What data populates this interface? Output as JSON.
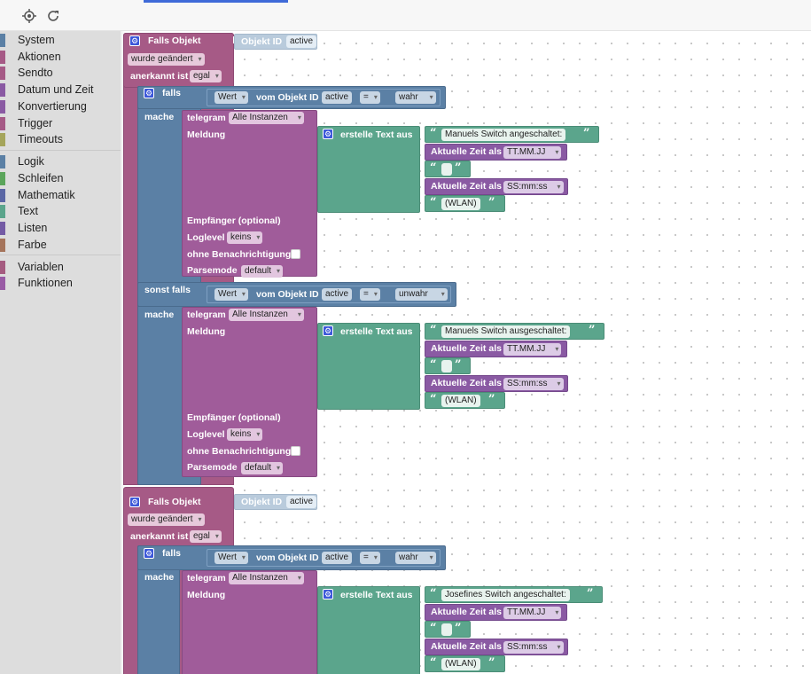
{
  "toolbar": {
    "icons": [
      "locate-icon",
      "refresh-icon"
    ]
  },
  "sidebar": {
    "categories": [
      {
        "label": "System",
        "color": "#5b80a5"
      },
      {
        "label": "Aktionen",
        "color": "#a65a86"
      },
      {
        "label": "Sendto",
        "color": "#a65a86"
      },
      {
        "label": "Datum und Zeit",
        "color": "#8a5aa3"
      },
      {
        "label": "Konvertierung",
        "color": "#8a5aa3"
      },
      {
        "label": "Trigger",
        "color": "#a65a86"
      },
      {
        "label": "Timeouts",
        "color": "#a5a55b"
      },
      {
        "label": "Logik",
        "color": "#5b80a5"
      },
      {
        "label": "Schleifen",
        "color": "#5ba55b"
      },
      {
        "label": "Mathematik",
        "color": "#5b67a5"
      },
      {
        "label": "Text",
        "color": "#5ba58c"
      },
      {
        "label": "Listen",
        "color": "#745ba5"
      },
      {
        "label": "Farbe",
        "color": "#a5745b"
      },
      {
        "label": "Variablen",
        "color": "#a55b80"
      },
      {
        "label": "Funktionen",
        "color": "#995ba5"
      }
    ]
  },
  "labels": {
    "falls_objekt": "Falls Objekt",
    "objekt_id": "Objekt ID",
    "active": "active",
    "wurde_geaendert": "wurde geändert",
    "anerkannt_ist": "anerkannt ist",
    "egal": "egal",
    "falls": "falls",
    "mache": "mache",
    "sonst_falls": "sonst falls",
    "wert": "Wert",
    "vom_objekt_id": "vom Objekt ID",
    "eq": "=",
    "wahr": "wahr",
    "unwahr": "unwahr",
    "telegram": "telegram",
    "alle_instanzen": "Alle Instanzen",
    "meldung": "Meldung",
    "erstelle_text_aus": "erstelle Text aus",
    "aktuelle_zeit_als": "Aktuelle Zeit als",
    "date_fmt": "TT.MM.JJ",
    "time_fmt": "SS:mm:ss",
    "space": " ",
    "wlan": "(WLAN)",
    "empfaenger": "Empfänger (optional)",
    "loglevel": "Loglevel",
    "keins": "keins",
    "ohne_benachrichtigung": "ohne Benachrichtigung",
    "parsemode": "Parsemode",
    "default": "default",
    "quote_open": "“",
    "quote_close": "”"
  },
  "messages": {
    "m1": "Manuels Switch angeschaltet:",
    "m2": "Manuels Switch ausgeschaltet:",
    "m3": "Josefines Switch angeschaltet:"
  }
}
